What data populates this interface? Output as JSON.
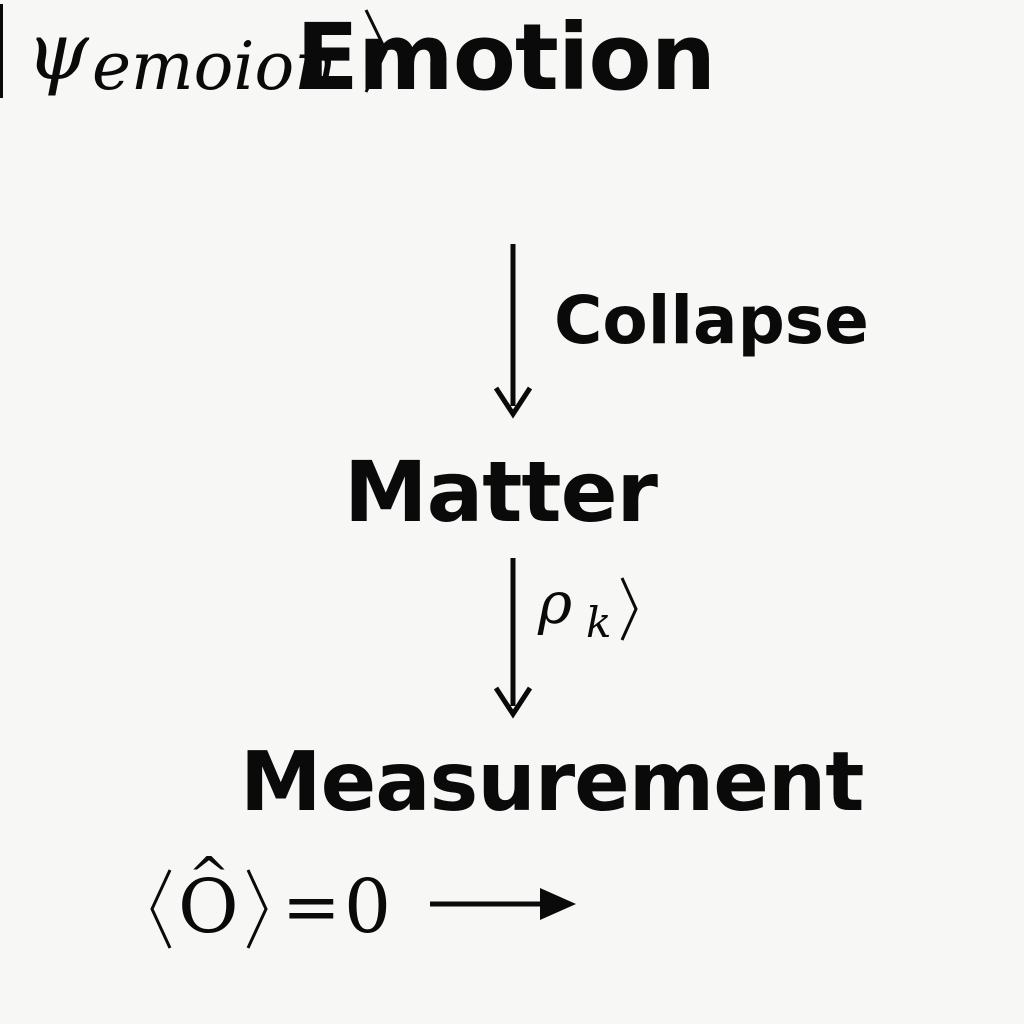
{
  "diagram": {
    "nodes": {
      "emotion": "Emotion",
      "matter": "Matter",
      "measurement": "Measurement"
    },
    "emotion_state": {
      "symbol": "ψ",
      "subscript": "emoion"
    },
    "edges": {
      "emotion_to_matter": "Collapse",
      "matter_to_measurement": {
        "symbol": "ρ",
        "subscript": "k"
      }
    },
    "expectation": {
      "operator": "O",
      "hat": "^",
      "equals": "=",
      "value": "0"
    }
  }
}
